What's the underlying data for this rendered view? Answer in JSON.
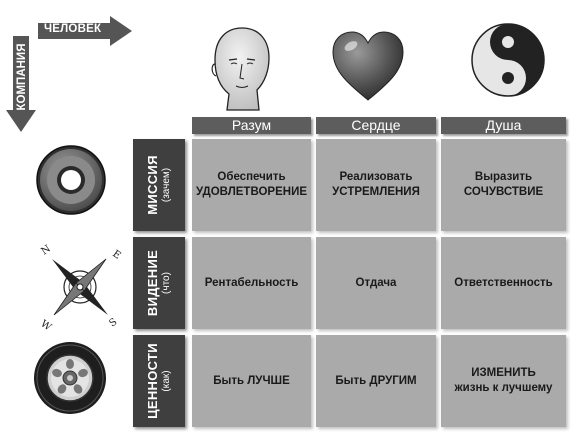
{
  "axes": {
    "horizontal": "ЧЕЛОВЕК",
    "vertical": "КОМПАНИЯ"
  },
  "columns": [
    {
      "label": "Разум",
      "icon": "head-icon"
    },
    {
      "label": "Сердце",
      "icon": "heart-icon"
    },
    {
      "label": "Душа",
      "icon": "yin-yang-icon"
    }
  ],
  "rows": [
    {
      "label": "МИССИЯ",
      "sublabel": "(зачем)",
      "icon": "donut-icon",
      "cells": [
        {
          "line1": "Обеспечить",
          "line2": "УДОВЛЕТВОРЕНИЕ"
        },
        {
          "line1": "Реализовать",
          "line2": "УСТРЕМЛЕНИЯ"
        },
        {
          "line1": "Выразить",
          "line2": "СОЧУВСТВИЕ"
        }
      ]
    },
    {
      "label": "ВИДЕНИЕ",
      "sublabel": "(что)",
      "icon": "compass-icon",
      "compass": {
        "n": "N",
        "e": "E",
        "s": "S",
        "w": "W"
      },
      "cells": [
        {
          "line1": "Рентабельность",
          "line2": ""
        },
        {
          "line1": "Отдача",
          "line2": ""
        },
        {
          "line1": "Ответственность",
          "line2": ""
        }
      ]
    },
    {
      "label": "ЦЕННОСТИ",
      "sublabel": "(как)",
      "icon": "wheel-icon",
      "cells": [
        {
          "line1": "Быть ЛУЧШЕ",
          "line2": ""
        },
        {
          "line1": "Быть ДРУГИМ",
          "line2": ""
        },
        {
          "line1": "ИЗМЕНИТЬ",
          "line2": "жизнь к лучшему"
        }
      ]
    }
  ]
}
